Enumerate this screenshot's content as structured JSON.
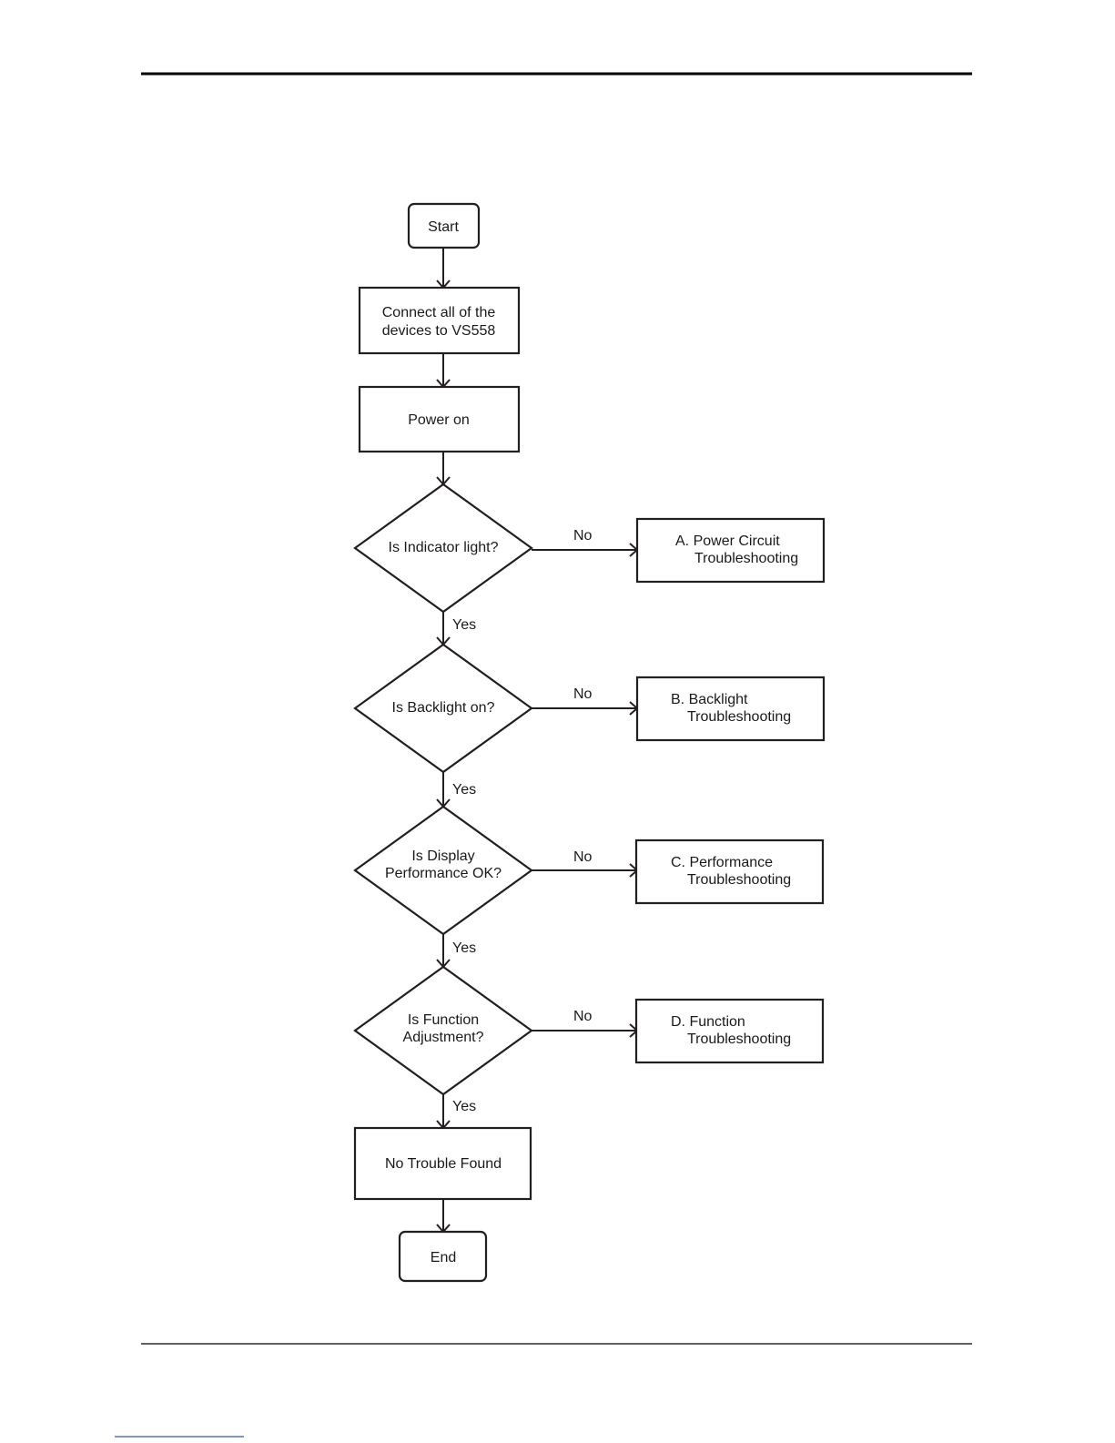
{
  "nodes": {
    "start": {
      "label": "Start"
    },
    "connect": {
      "line1": "Connect all of the",
      "line2": "devices to VS558"
    },
    "power_on": {
      "label": "Power on"
    },
    "indicator": {
      "label": "Is Indicator light?"
    },
    "backlight": {
      "label": "Is Backlight on?"
    },
    "display": {
      "line1": "Is Display",
      "line2": "Performance OK?"
    },
    "function": {
      "line1": "Is Function",
      "line2": "Adjustment?"
    },
    "no_trouble": {
      "label": "No Trouble Found"
    },
    "end": {
      "label": "End"
    },
    "power_circuit": {
      "line1": "A. Power Circuit",
      "line2": "Troubleshooting"
    },
    "backlight_ts": {
      "line1": "B. Backlight",
      "line2": "Troubleshooting"
    },
    "performance_ts": {
      "line1": "C. Performance",
      "line2": "Troubleshooting"
    },
    "function_ts": {
      "line1": "D. Function",
      "line2": "Troubleshooting"
    }
  },
  "edge_labels": {
    "yes": "Yes",
    "no": "No"
  },
  "colors": {
    "stroke": "#231f20",
    "text": "#1a1a1a",
    "footer_link": "#3355cc"
  }
}
